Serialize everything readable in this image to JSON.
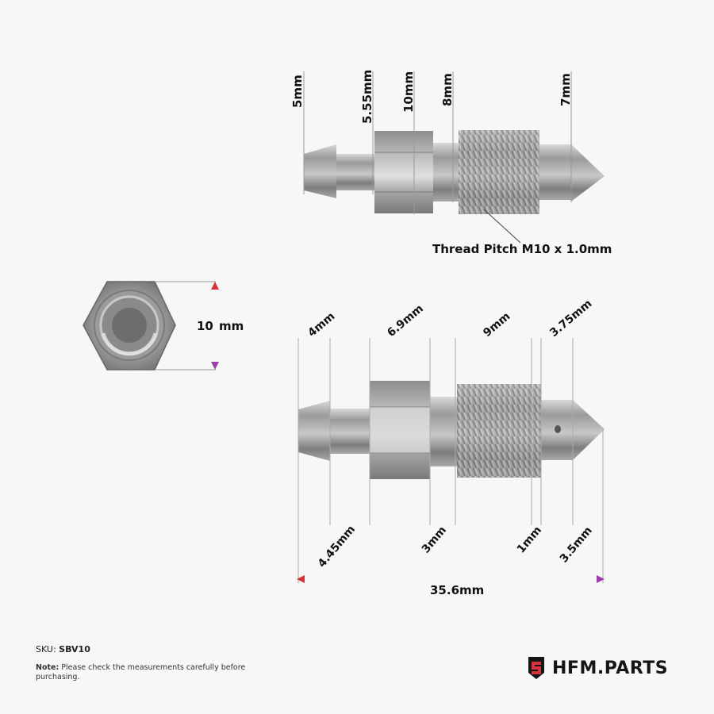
{
  "top_view": {
    "dims": [
      "5mm",
      "5.55mm",
      "10mm",
      "8mm",
      "7mm"
    ],
    "caption": "Thread Pitch M10 x 1.0mm"
  },
  "hex_view": {
    "dim": "10",
    "unit": "mm"
  },
  "side_view": {
    "top_dims": [
      "4mm",
      "6.9mm",
      "9mm",
      "3.75mm"
    ],
    "bottom_dims": [
      "4.45mm",
      "3mm",
      "1mm",
      "3.5mm"
    ],
    "overall": "35.6mm"
  },
  "footer": {
    "sku_label": "SKU:",
    "sku_value": "SBV10",
    "note_label": "Note:",
    "note_text": "Please check the measurements carefully before purchasing."
  },
  "brand": {
    "name": "HFM.PARTS",
    "colors": {
      "red": "#d8323c",
      "purple": "#9b3fa8",
      "dark": "#151515"
    }
  }
}
